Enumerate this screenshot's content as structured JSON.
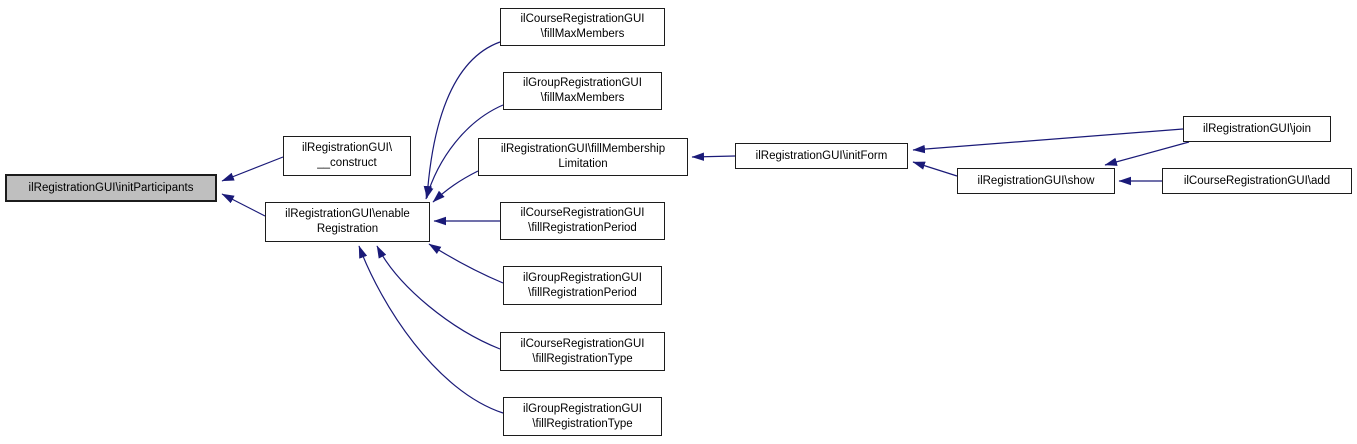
{
  "diagram": {
    "type": "call-graph",
    "direction": "callers-point-to-callee"
  },
  "colors": {
    "edge": "#1a1a78",
    "node_border": "#1c1c1c",
    "node_fill": "#ffffff",
    "highlight_fill": "#bfbfbf",
    "background": "#ffffff"
  },
  "nodes": {
    "initParticipants": {
      "label": "ilRegistrationGUI\\initParticipants",
      "highlighted": true
    },
    "construct": {
      "label": "ilRegistrationGUI\\\n__construct",
      "highlighted": false
    },
    "enableRegistration": {
      "label": "ilRegistrationGUI\\enable\nRegistration",
      "highlighted": false
    },
    "courseFillMaxMembers": {
      "label": "ilCourseRegistrationGUI\n\\fillMaxMembers",
      "highlighted": false
    },
    "groupFillMaxMembers": {
      "label": "ilGroupRegistrationGUI\n\\fillMaxMembers",
      "highlighted": false
    },
    "fillMembershipLimitation": {
      "label": "ilRegistrationGUI\\fillMembership\nLimitation",
      "highlighted": false
    },
    "courseFillRegistrationPeriod": {
      "label": "ilCourseRegistrationGUI\n\\fillRegistrationPeriod",
      "highlighted": false
    },
    "groupFillRegistrationPeriod": {
      "label": "ilGroupRegistrationGUI\n\\fillRegistrationPeriod",
      "highlighted": false
    },
    "courseFillRegistrationType": {
      "label": "ilCourseRegistrationGUI\n\\fillRegistrationType",
      "highlighted": false
    },
    "groupFillRegistrationType": {
      "label": "ilGroupRegistrationGUI\n\\fillRegistrationType",
      "highlighted": false
    },
    "initForm": {
      "label": "ilRegistrationGUI\\initForm",
      "highlighted": false
    },
    "show": {
      "label": "ilRegistrationGUI\\show",
      "highlighted": false
    },
    "join": {
      "label": "ilRegistrationGUI\\join",
      "highlighted": false
    },
    "add": {
      "label": "ilCourseRegistrationGUI\\add",
      "highlighted": false
    }
  },
  "edges": [
    {
      "from": "construct",
      "to": "initParticipants"
    },
    {
      "from": "enableRegistration",
      "to": "initParticipants"
    },
    {
      "from": "courseFillMaxMembers",
      "to": "enableRegistration"
    },
    {
      "from": "groupFillMaxMembers",
      "to": "enableRegistration"
    },
    {
      "from": "fillMembershipLimitation",
      "to": "enableRegistration"
    },
    {
      "from": "courseFillRegistrationPeriod",
      "to": "enableRegistration"
    },
    {
      "from": "groupFillRegistrationPeriod",
      "to": "enableRegistration"
    },
    {
      "from": "courseFillRegistrationType",
      "to": "enableRegistration"
    },
    {
      "from": "groupFillRegistrationType",
      "to": "enableRegistration"
    },
    {
      "from": "initForm",
      "to": "fillMembershipLimitation"
    },
    {
      "from": "join",
      "to": "initForm"
    },
    {
      "from": "show",
      "to": "initForm"
    },
    {
      "from": "join",
      "to": "show"
    },
    {
      "from": "add",
      "to": "show"
    }
  ]
}
